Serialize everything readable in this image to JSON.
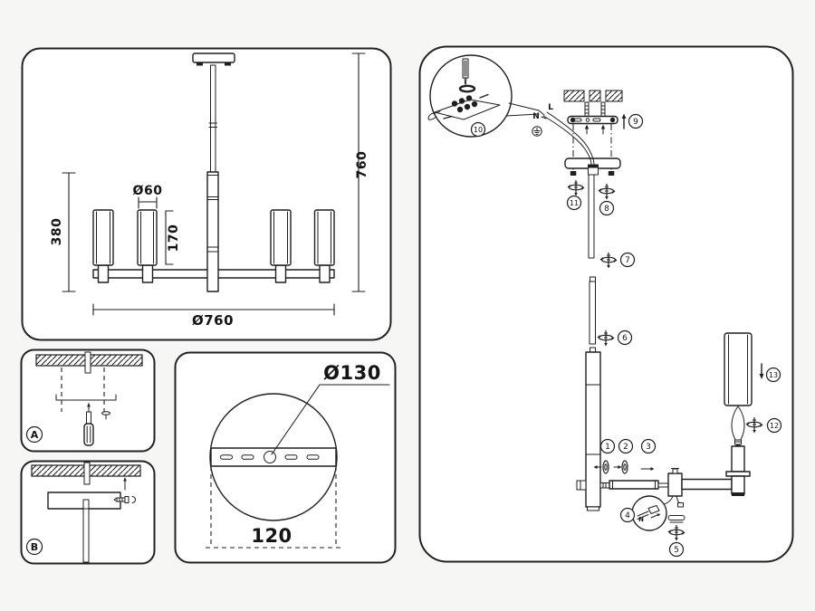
{
  "dimension_panel": {
    "height_total": "760",
    "stack_height": "380",
    "shade_diameter": "Ø60",
    "shade_height": "170",
    "fixture_diameter": "Ø760"
  },
  "mounting_step_a": {
    "label": "A"
  },
  "mounting_step_b": {
    "label": "B"
  },
  "bracket_detail_panel": {
    "plate_diameter": "Ø130",
    "hole_spacing": "120"
  },
  "assembly_panel": {
    "wire_neutral": "N",
    "wire_live": "L",
    "connector_label": "N",
    "steps": [
      "1",
      "2",
      "3",
      "4",
      "5",
      "6",
      "7",
      "8",
      "9",
      "10",
      "11",
      "12",
      "13"
    ]
  }
}
